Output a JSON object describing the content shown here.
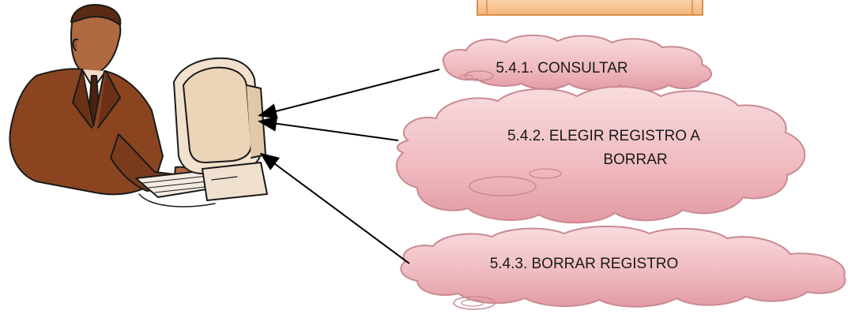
{
  "diagram": {
    "steps": [
      {
        "id": "consultar",
        "label": "5.4.1. CONSULTAR"
      },
      {
        "id": "elegir",
        "label_line1": "5.4.2. ELEGIR REGISTRO A",
        "label_line2": "BORRAR"
      },
      {
        "id": "borrar",
        "label": "5.4.3. BORRAR REGISTRO"
      }
    ],
    "colors": {
      "cloud_fill": "#f2c4c8",
      "cloud_fill_dark": "#e6a3ab",
      "cloud_stroke": "#c98a92",
      "header_box_fill": "#f7c89b",
      "header_box_stroke": "#d98f4e",
      "arrow": "#000000",
      "figure_skin": "#b06a40",
      "figure_suit": "#7a3b1c",
      "figure_outline": "#1a1a1a"
    },
    "icons": [
      "user-at-computer-icon"
    ]
  }
}
